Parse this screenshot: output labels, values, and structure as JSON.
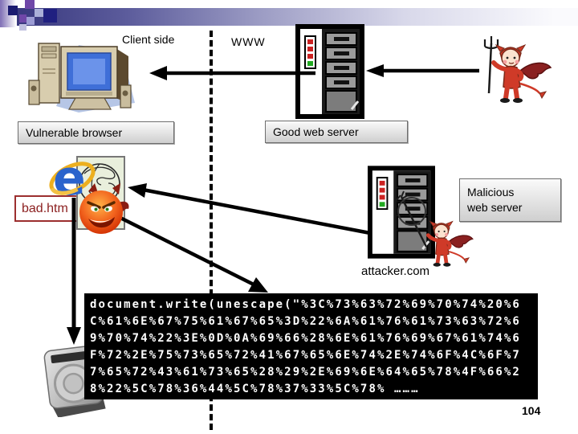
{
  "slide": {
    "page_number": "104",
    "client_side_label": "Client side",
    "www_label": "WWW",
    "vulnerable_browser_label": "Vulnerable browser",
    "good_web_server_label": "Good web server",
    "malicious_web_server_label": {
      "line1": "Malicious",
      "line2": "web server"
    },
    "attacker_domain_label": "attacker.com",
    "bad_file_label": "bad.htm",
    "code_block": {
      "lines": [
        "document.write(unescape(\"%3C%73%63%72%69%70%74%20%6",
        "C%61%6E%67%75%61%67%65%3D%22%6A%61%76%61%73%63%72%6",
        "9%70%74%22%3E%0D%0A%69%66%28%6E%61%76%69%67%61%74%6",
        "F%72%2E%75%73%65%72%41%67%65%6E%74%2E%74%6F%4C%6F%7",
        "7%65%72%43%61%73%65%28%29%2E%69%6E%64%65%78%4F%66%2",
        "8%22%5C%78%36%44%5C%78%37%33%5C%78% ………"
      ]
    },
    "icons": {
      "client_computer": "desktop-computer-icon",
      "good_server": "server-icon",
      "malicious_server": "server-icon",
      "attacker_devil_large": "devil-icon",
      "attacker_devil_small": "devil-icon",
      "browser": "internet-explorer-icon",
      "webpage": "globe-page-icon",
      "evil_page": "evil-smiley-icon",
      "disk": "hard-drive-icon"
    },
    "colors": {
      "code_background": "#000000",
      "code_text": "#ffffff",
      "label_box_background": "#d9d9d9",
      "bad_file_text": "#8b1f1f",
      "devil_red": "#cf3a28",
      "header_bar_start": "#33337a",
      "screen_blue": "#4a7ae0"
    }
  }
}
